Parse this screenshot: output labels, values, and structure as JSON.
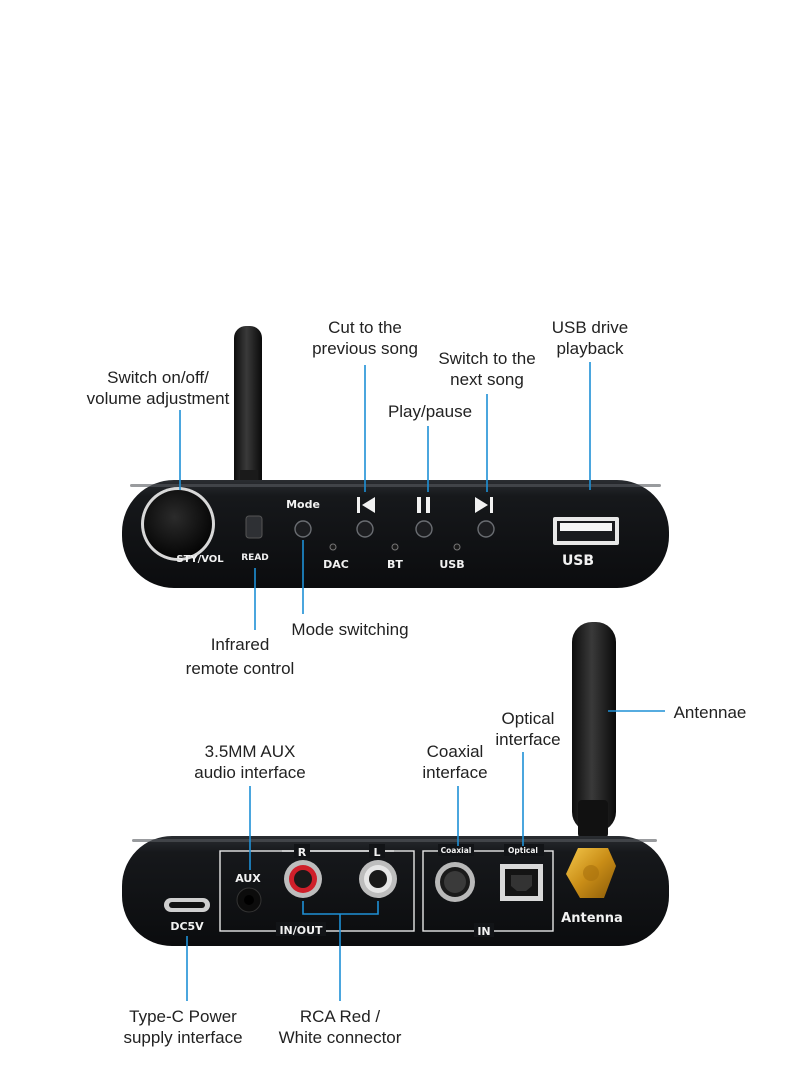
{
  "colors": {
    "leader_line": "#1e90d6",
    "device_body": "#121417",
    "device_text": "#f2f2f2",
    "background": "#ffffff"
  },
  "front_panel": {
    "knob_label": "STY/VOL",
    "read_label": "READ",
    "mode_label": "Mode",
    "led_labels": [
      "DAC",
      "BT",
      "USB"
    ],
    "usb_label": "USB",
    "icons": [
      "previous-track-icon",
      "play-pause-icon",
      "next-track-icon"
    ]
  },
  "back_panel": {
    "dc_label": "DC5V",
    "aux_label": "AUX",
    "rca_right_label": "R",
    "rca_left_label": "L",
    "inout_label": "IN/OUT",
    "coaxial_label": "Coaxial",
    "optical_label": "Optical",
    "in_label": "IN",
    "antenna_label": "Antenna"
  },
  "callouts": {
    "switch_onoff": [
      "Switch on/off/",
      "volume adjustment"
    ],
    "prev_song": [
      "Cut to the",
      "previous song"
    ],
    "next_song": [
      "Switch to the",
      "next song"
    ],
    "play_pause": [
      "Play/pause"
    ],
    "usb_drive": [
      "USB drive",
      "playback"
    ],
    "infrared": [
      "Infrared",
      "remote control"
    ],
    "mode_switching": [
      "Mode switching"
    ],
    "antennae": [
      "Antennae"
    ],
    "optical_interface": [
      "Optical",
      "interface"
    ],
    "coaxial_interface": [
      "Coaxial",
      "interface"
    ],
    "aux_interface": [
      "3.5MM AUX",
      "audio interface"
    ],
    "typec_power": [
      "Type-C Power",
      "supply interface"
    ],
    "rca_connector": [
      "RCA Red /",
      "White connector"
    ]
  }
}
